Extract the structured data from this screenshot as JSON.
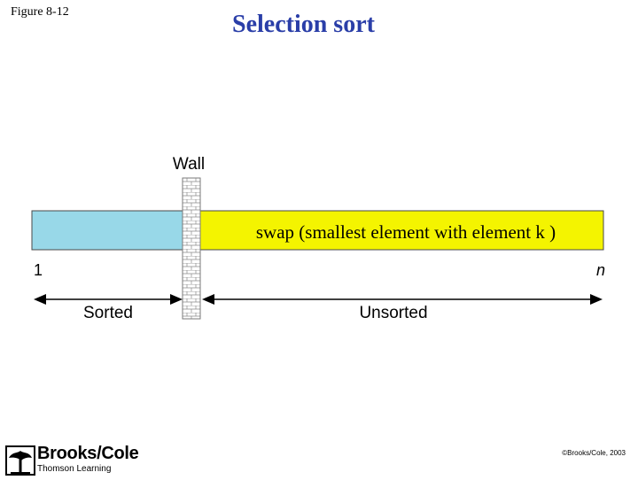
{
  "header": {
    "figure_label": "Figure 8-12",
    "title": "Selection sort"
  },
  "diagram": {
    "wall_label": "Wall",
    "swap_text": "swap (smallest element with element k )",
    "start_index": "1",
    "end_index": "n",
    "sorted_label": "Sorted",
    "unsorted_label": "Unsorted",
    "colors": {
      "sorted_region": "#98d8e8",
      "unsorted_region": "#f4f400",
      "title": "#2a3ea8"
    }
  },
  "footer": {
    "brand": "Brooks/Cole",
    "subtitle": "Thomson Learning",
    "copyright": "©Brooks/Cole, 2003"
  }
}
